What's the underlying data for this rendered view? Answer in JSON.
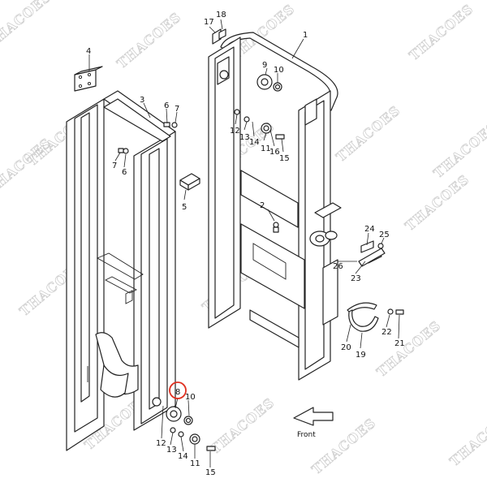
{
  "diagram": {
    "watermark": "THACOES",
    "front_label": "Front",
    "highlight_color": "#e03020",
    "callouts": [
      {
        "id": "c1",
        "text": "1"
      },
      {
        "id": "c2",
        "text": "2"
      },
      {
        "id": "c3",
        "text": "3"
      },
      {
        "id": "c4",
        "text": "4"
      },
      {
        "id": "c5",
        "text": "5"
      },
      {
        "id": "c6a",
        "text": "6"
      },
      {
        "id": "c6b",
        "text": "6"
      },
      {
        "id": "c7a",
        "text": "7"
      },
      {
        "id": "c7b",
        "text": "7"
      },
      {
        "id": "c8",
        "text": "8"
      },
      {
        "id": "c9",
        "text": "9"
      },
      {
        "id": "c10a",
        "text": "10"
      },
      {
        "id": "c10b",
        "text": "10"
      },
      {
        "id": "c11a",
        "text": "11"
      },
      {
        "id": "c11b",
        "text": "11"
      },
      {
        "id": "c12a",
        "text": "12"
      },
      {
        "id": "c12b",
        "text": "12"
      },
      {
        "id": "c13a",
        "text": "13"
      },
      {
        "id": "c13b",
        "text": "13"
      },
      {
        "id": "c14a",
        "text": "14"
      },
      {
        "id": "c14b",
        "text": "14"
      },
      {
        "id": "c15a",
        "text": "15"
      },
      {
        "id": "c15b",
        "text": "15"
      },
      {
        "id": "c16",
        "text": "16"
      },
      {
        "id": "c17",
        "text": "17"
      },
      {
        "id": "c18",
        "text": "18"
      },
      {
        "id": "c19",
        "text": "19"
      },
      {
        "id": "c20",
        "text": "20"
      },
      {
        "id": "c21",
        "text": "21"
      },
      {
        "id": "c22",
        "text": "22"
      },
      {
        "id": "c23",
        "text": "23"
      },
      {
        "id": "c24",
        "text": "24"
      },
      {
        "id": "c25",
        "text": "25"
      },
      {
        "id": "c26",
        "text": "26"
      }
    ]
  }
}
